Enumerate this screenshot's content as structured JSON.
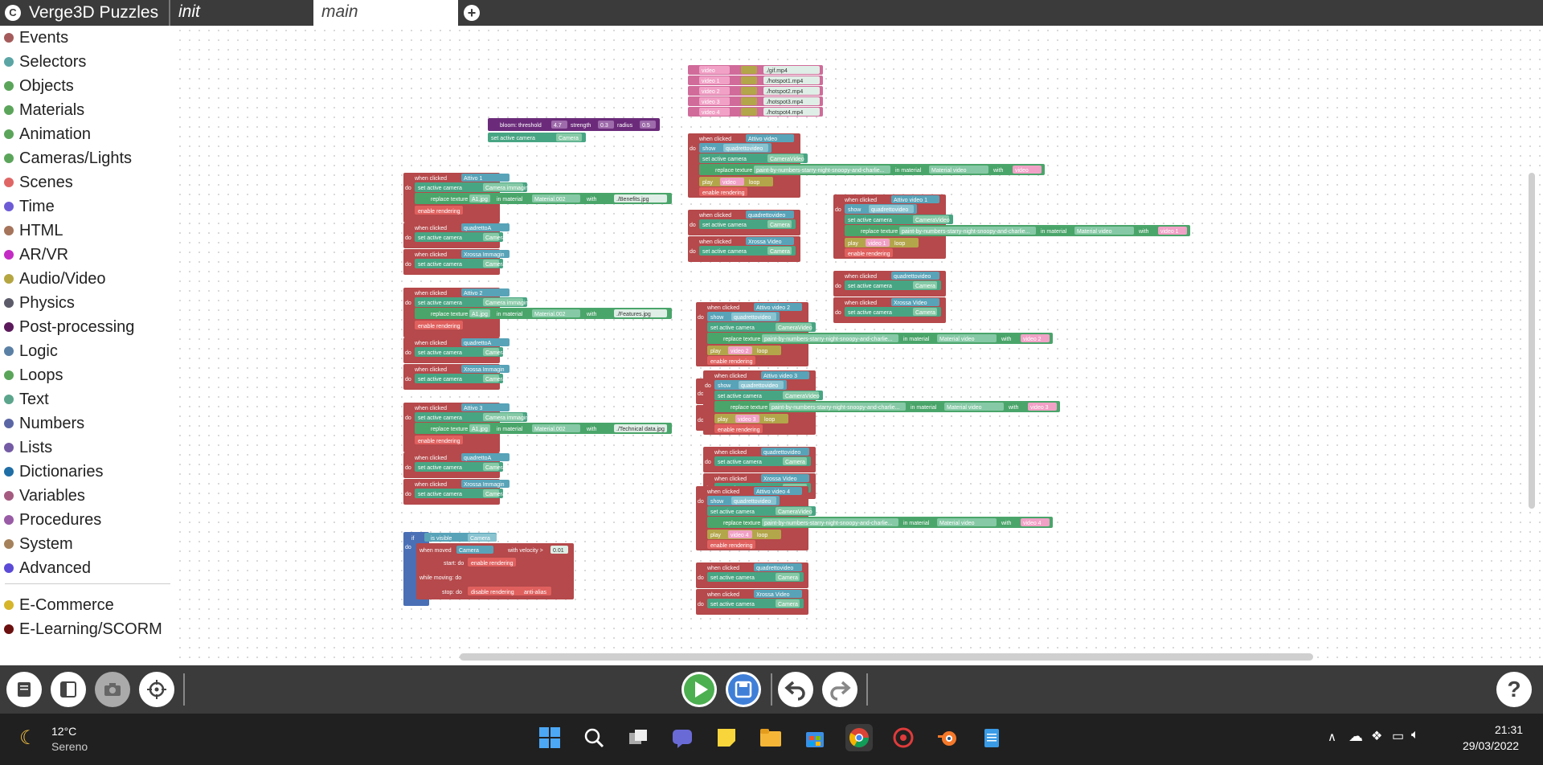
{
  "app": {
    "title": "Verge3D Puzzles",
    "logo_glyph": "C"
  },
  "tabs": [
    {
      "label": "init"
    },
    {
      "label": "main"
    }
  ],
  "add_tab_icon": "plus-icon",
  "toolbox": {
    "categories": [
      {
        "label": "Events",
        "color": "#a55b5b"
      },
      {
        "label": "Selectors",
        "color": "#5ba5a5"
      },
      {
        "label": "Objects",
        "color": "#5ba55b"
      },
      {
        "label": "Materials",
        "color": "#5ba55b"
      },
      {
        "label": "Animation",
        "color": "#5ba55b"
      },
      {
        "label": "Cameras/Lights",
        "color": "#5ba55b"
      },
      {
        "label": "Scenes",
        "color": "#e06666"
      },
      {
        "label": "Time",
        "color": "#6d5bd6"
      },
      {
        "label": "HTML",
        "color": "#a5745b"
      },
      {
        "label": "AR/VR",
        "color": "#c42bc4"
      },
      {
        "label": "Audio/Video",
        "color": "#b5a642"
      },
      {
        "label": "Physics",
        "color": "#5b5b6a"
      },
      {
        "label": "Post-processing",
        "color": "#5b1a5b"
      },
      {
        "label": "Logic",
        "color": "#5b80a5"
      },
      {
        "label": "Loops",
        "color": "#5ba55b"
      },
      {
        "label": "Text",
        "color": "#5ba58c"
      },
      {
        "label": "Numbers",
        "color": "#5b67a5"
      },
      {
        "label": "Lists",
        "color": "#745ba5"
      },
      {
        "label": "Dictionaries",
        "color": "#1f6ea5"
      },
      {
        "label": "Variables",
        "color": "#a55b80"
      },
      {
        "label": "Procedures",
        "color": "#995ba5"
      },
      {
        "label": "System",
        "color": "#a5825b"
      },
      {
        "label": "Advanced",
        "color": "#5b4bd6"
      }
    ],
    "extra_categories": [
      {
        "label": "E-Commerce",
        "color": "#d6b52b"
      },
      {
        "label": "E-Learning/SCORM",
        "color": "#6b0f0f"
      }
    ]
  },
  "puzzles": {
    "set_videos": [
      {
        "var": "video",
        "file": "./gif.mp4"
      },
      {
        "var": "video 1",
        "file": "./hotspot1.mp4"
      },
      {
        "var": "video 2",
        "file": "./hotspot2.mp4"
      },
      {
        "var": "video 3",
        "file": "./hotspot3.mp4"
      },
      {
        "var": "video 4",
        "file": "./hotspot4.mp4"
      }
    ],
    "bloom": {
      "label": "bloom: threshold",
      "threshold": "4.7",
      "strength_label": "strength",
      "strength": "0.3",
      "radius_label": "radius",
      "radius": "0.5"
    },
    "set_active_camera": "set active camera",
    "when_clicked": "when clicked",
    "do": "do",
    "enable_rendering": "enable rendering",
    "replace_texture": "replace texture",
    "in_material": "in material",
    "with": "with",
    "show": "show",
    "play": "play",
    "loop": "loop",
    "camera": "Camera",
    "camera_immagini": "Camera immagini",
    "camera_video": "CameraVideo",
    "quadretto_a": "quadrettoA",
    "quadretto_video": "quadrettovideo",
    "x_immagini": "Xrossa Immagin",
    "x_video": "Xrossa Video",
    "material_video": "Material video",
    "video_texture": "paint-by-numbers-starry-night-snoopy-and-charlie...",
    "image_groups": [
      {
        "target": "Attivo 1",
        "texture": "A1.jpg",
        "material": "Material.002",
        "file": "./Benefits.jpg"
      },
      {
        "target": "Attivo 2",
        "texture": "A1.jpg",
        "material": "Material.002",
        "file": "./Features.jpg"
      },
      {
        "target": "Attivo 3",
        "texture": "A1.jpg",
        "material": "Material.002",
        "file": "./Technical data.jpg"
      }
    ],
    "video_groups": [
      {
        "target": "Attivo video",
        "video": "video"
      },
      {
        "target": "Attivo video 1",
        "video": "video 1"
      },
      {
        "target": "Attivo video 2",
        "video": "video 2"
      },
      {
        "target": "Attivo video 3",
        "video": "video 3"
      },
      {
        "target": "Attivo video 4",
        "video": "video 4"
      }
    ],
    "logic": {
      "if": "if",
      "is_visible": "is visible",
      "when_moved": "when moved",
      "with_velocity": "with velocity >",
      "velocity": "0.01",
      "start_do": "start: do",
      "while_moving": "while moving: do",
      "stop_do": "stop: do",
      "disable_rendering": "disable rendering",
      "anti_alias": "anti-alias"
    }
  },
  "toolbar": {
    "left_icons": [
      "manual-icon",
      "sidebar-icon",
      "camera-icon",
      "target-icon"
    ],
    "center_icons": [
      "play-icon",
      "save-icon",
      "undo-icon",
      "redo-icon"
    ],
    "help": "?"
  },
  "taskbar": {
    "weather": {
      "temp": "12°C",
      "condition": "Sereno"
    },
    "time": "21:31",
    "date": "29/03/2022"
  }
}
